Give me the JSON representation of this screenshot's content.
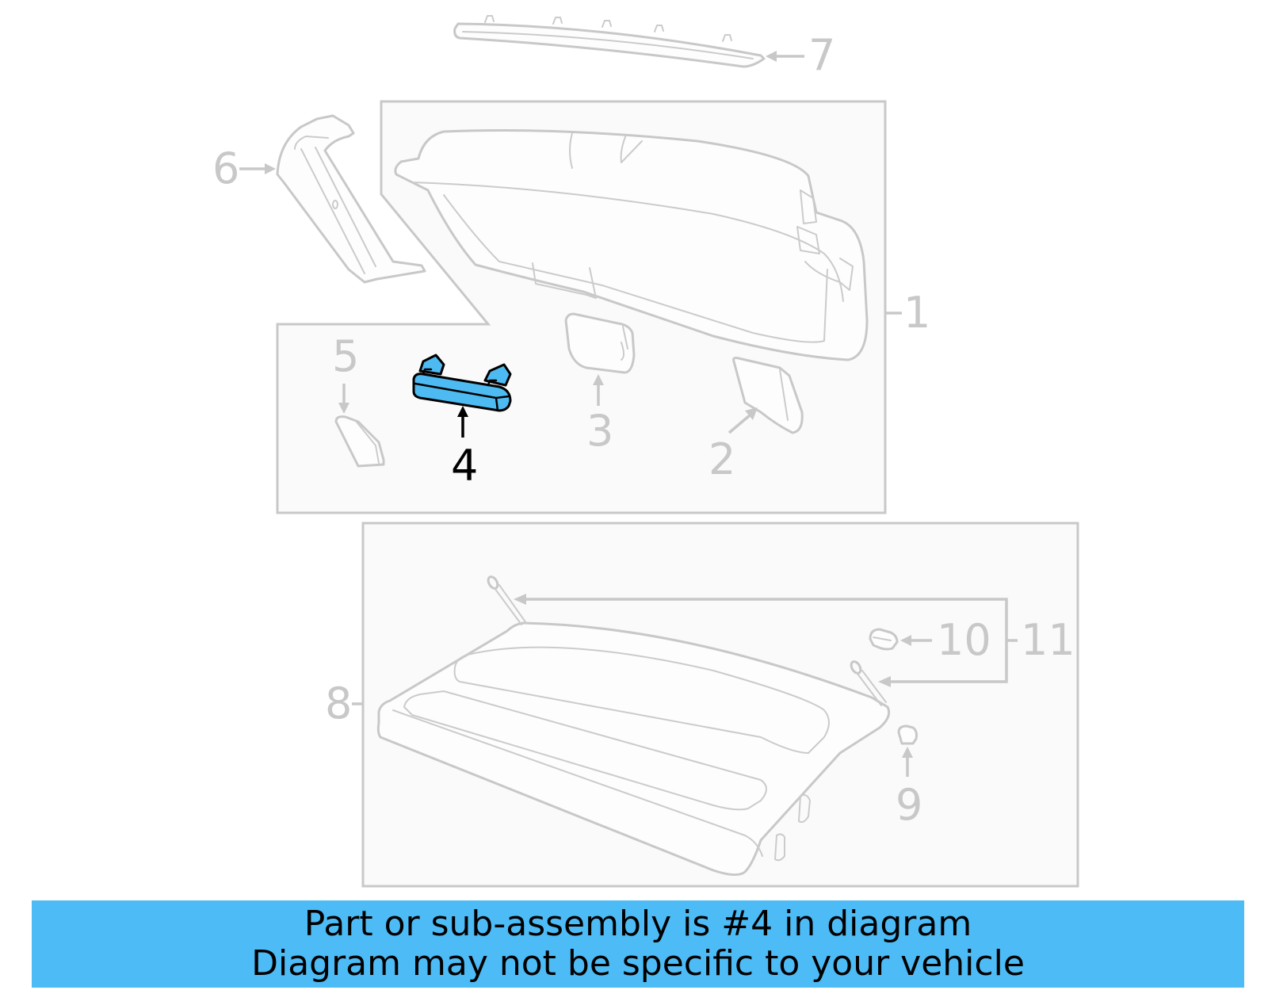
{
  "diagram": {
    "highlight_color": "#4dbbf2",
    "line_color": "#c8c8c8",
    "box_fill": "#fafafa",
    "highlighted_part": "4",
    "callouts": [
      {
        "id": "1",
        "label": "1"
      },
      {
        "id": "2",
        "label": "2"
      },
      {
        "id": "3",
        "label": "3"
      },
      {
        "id": "4",
        "label": "4"
      },
      {
        "id": "5",
        "label": "5"
      },
      {
        "id": "6",
        "label": "6"
      },
      {
        "id": "7",
        "label": "7"
      },
      {
        "id": "8",
        "label": "8"
      },
      {
        "id": "9",
        "label": "9"
      },
      {
        "id": "10",
        "label": "10"
      },
      {
        "id": "11",
        "label": "11"
      }
    ]
  },
  "banner": {
    "color": "#4dbbf5",
    "line1": "Part or sub-assembly is #4 in diagram",
    "line2": "Diagram may not be specific to your vehicle"
  }
}
